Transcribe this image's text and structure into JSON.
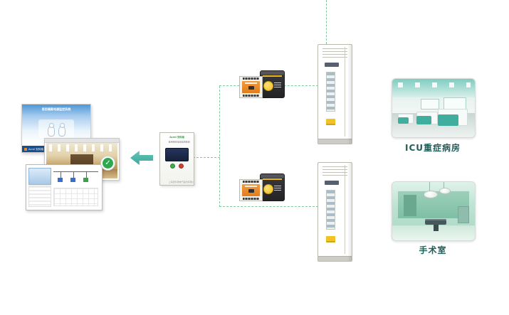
{
  "screens": {
    "slide": {
      "title": "医用隔离电源监控系统",
      "footer_brand": "Acrel 安科瑞"
    }
  },
  "icons": {
    "check": "✓"
  },
  "panel": {
    "brand": "Acrel 安科瑞",
    "model": "医用隔离电源监控装置",
    "footer": "上海安科瑞电气股份有限公司"
  },
  "branches": [
    {
      "id": "icu",
      "label": "ICU重症病房"
    },
    {
      "id": "operating-room",
      "label": "手术室"
    }
  ],
  "colors": {
    "connector": "#82c79e",
    "arrow": "#4db6a8",
    "button_green": "#3fae49",
    "button_red": "#d4402f",
    "room_label": "#215f5a",
    "ats_orange": "#e8862c",
    "badge_yellow": "#eebd1f"
  }
}
